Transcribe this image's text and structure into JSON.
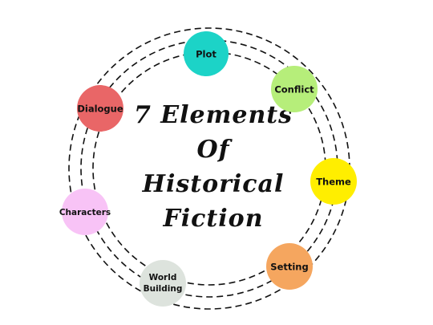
{
  "title": {
    "line1": "7 Elements",
    "line2": "Of",
    "line3": "Historical",
    "line4": "Fiction"
  },
  "nodes": [
    {
      "id": "plot",
      "label": "Plot",
      "color": "#1cd3c7"
    },
    {
      "id": "conflict",
      "label": "Conflict",
      "color": "#b6ee7a"
    },
    {
      "id": "theme",
      "label": "Theme",
      "color": "#ffee00"
    },
    {
      "id": "setting",
      "label": "Setting",
      "color": "#f5a65f"
    },
    {
      "id": "world-building",
      "label_line1": "World",
      "label_line2": "Building",
      "color": "#dde3dd"
    },
    {
      "id": "characters",
      "label": "Characters",
      "color": "#f8c3f6"
    },
    {
      "id": "dialogue",
      "label": "Dialogue",
      "color": "#e96667"
    }
  ]
}
